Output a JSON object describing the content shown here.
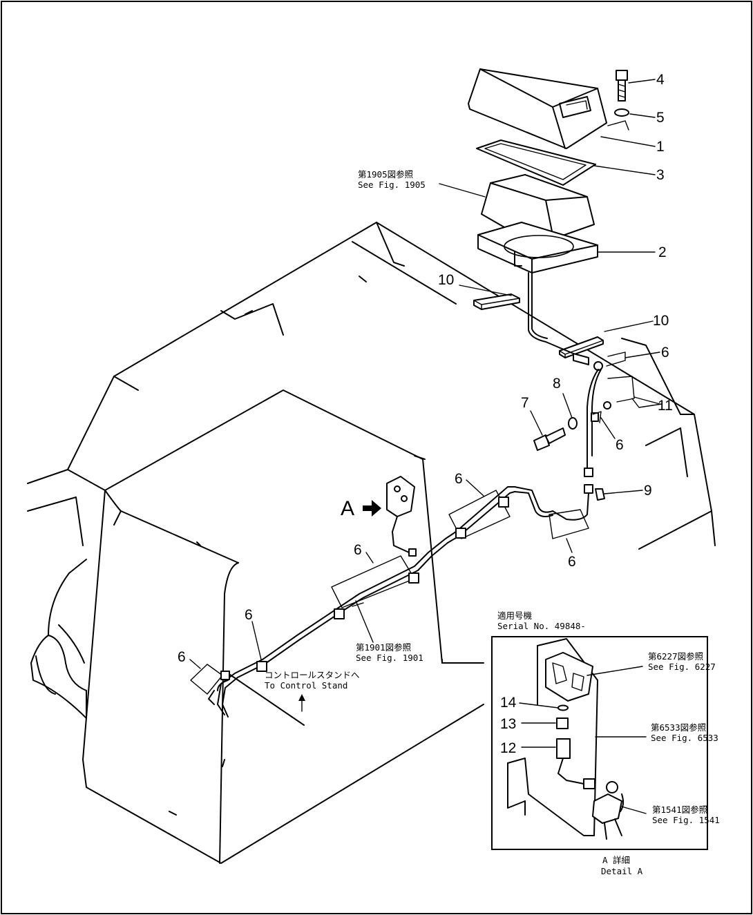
{
  "part_numbers": {
    "p1": "1",
    "p2": "2",
    "p3": "3",
    "p4": "4",
    "p5": "5",
    "p6": "6",
    "p7": "7",
    "p8": "8",
    "p9": "9",
    "p10a": "10",
    "p10b": "10",
    "p11": "11",
    "p12": "12",
    "p13": "13",
    "p14": "14"
  },
  "references": {
    "fig1905_jp": "第1905図参照",
    "fig1905_en": "See Fig. 1905",
    "fig1901_jp": "第1901図参照",
    "fig1901_en": "See Fig. 1901",
    "control_stand_jp": "コントロールスタンドへ",
    "control_stand_en": "To Control Stand",
    "serial_jp": "適用号機",
    "serial_en": "Serial No. 49848-",
    "fig6227_jp": "第6227図参照",
    "fig6227_en": "See Fig. 6227",
    "fig6533_jp": "第6533図参照",
    "fig6533_en": "See Fig. 6533",
    "fig1541_jp": "第1541図参照",
    "fig1541_en": "See Fig. 1541",
    "detail_jp": "A 詳細",
    "detail_en": "Detail A",
    "detail_marker": "A"
  }
}
